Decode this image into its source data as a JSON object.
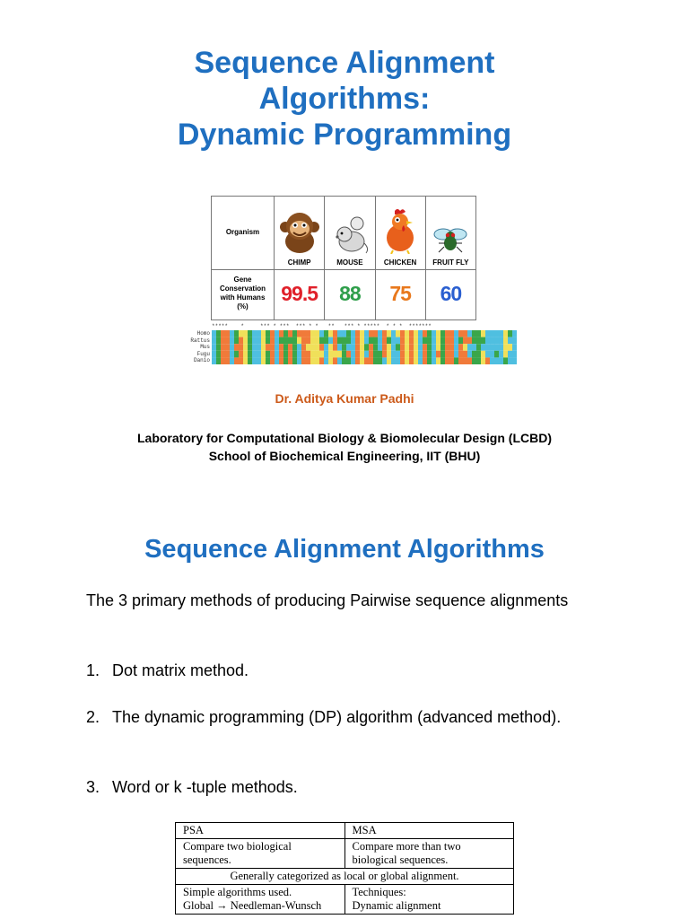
{
  "slide1": {
    "title_lines": [
      "Sequence Alignment",
      "Algorithms:",
      "Dynamic Programming"
    ],
    "figure": {
      "header_label": "Organism",
      "row_label_lines": [
        "Gene",
        "Conservation",
        "with Humans",
        "(%)"
      ],
      "organisms": [
        {
          "name": "CHIMP",
          "value": "99.5",
          "color": "#e0202a",
          "icon": "chimp-icon"
        },
        {
          "name": "MOUSE",
          "value": "88",
          "color": "#2e9e4a",
          "icon": "mouse-icon"
        },
        {
          "name": "CHICKEN",
          "value": "75",
          "color": "#e8781c",
          "icon": "chicken-icon"
        },
        {
          "name": "FRUIT FLY",
          "value": "60",
          "color": "#2a5fd0",
          "icon": "fruit-fly-icon"
        }
      ],
      "alignment": {
        "species": [
          "Homo",
          "Rattus",
          "Mus",
          "Fugu",
          "Danio"
        ],
        "stars": "*****    *     *** * ***  *** * *   **   *** * *****  * * *  *******",
        "nucleotide_colors": {
          "A": "#f07a3a",
          "C": "#4fbfe0",
          "G": "#3aa64a",
          "T": "#f0e05a"
        }
      }
    },
    "author": "Dr. Aditya Kumar Padhi",
    "affiliation_lines": [
      "Laboratory for Computational Biology & Biomolecular Design (LCBD)",
      "School of Biochemical Engineering, IIT (BHU)"
    ]
  },
  "slide2": {
    "heading": "Sequence Alignment Algorithms",
    "intro": "The 3 primary methods of producing Pairwise sequence alignments",
    "methods": [
      {
        "num": "1.",
        "text": "Dot matrix method."
      },
      {
        "num": "2.",
        "text": "The dynamic programming (DP) algorithm (advanced method)."
      },
      {
        "num": "3.",
        "text": "Word or k -tuple methods."
      }
    ],
    "table": {
      "header": [
        "PSA",
        "MSA"
      ],
      "row1": [
        "Compare two biological sequences.",
        "Compare more than two biological sequences."
      ],
      "merged": "Generally categorized as local or global alignment.",
      "row3_left_lines": [
        "Simple algorithms used.",
        "Global → Needleman-Wunsch"
      ],
      "row3_right_lines": [
        "Techniques:",
        "Dynamic alignment"
      ]
    }
  }
}
